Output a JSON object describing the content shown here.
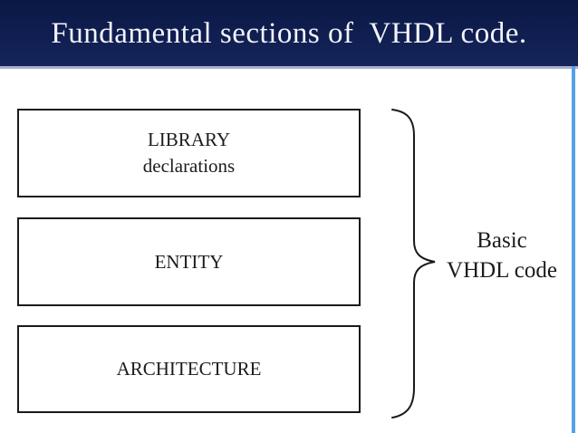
{
  "slide": {
    "title": "Fundamental sections of  VHDL code."
  },
  "diagram": {
    "boxes": [
      {
        "name": "library",
        "lines": [
          "LIBRARY",
          "declarations"
        ]
      },
      {
        "name": "entity",
        "lines": [
          "ENTITY"
        ]
      },
      {
        "name": "architecture",
        "lines": [
          "ARCHITECTURE"
        ]
      }
    ],
    "brace_label": [
      "Basic",
      "VHDL code"
    ]
  },
  "colors": {
    "header_navy_top": "#0a1845",
    "header_navy_bottom": "#15245a",
    "title_text": "#f2f3fa",
    "separator": "#a8b2c8",
    "edge_stripe": "#55a0e8",
    "box_border": "#1a1a1a",
    "box_text": "#1c1c1c",
    "brace_stroke": "#1a1a1a",
    "background": "#ffffff"
  }
}
